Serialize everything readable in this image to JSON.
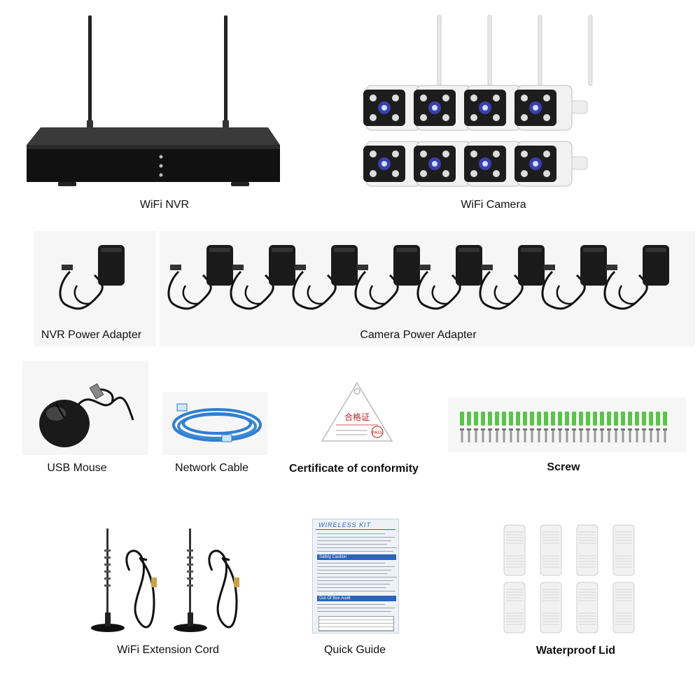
{
  "items": {
    "nvr": {
      "label": "WiFi NVR"
    },
    "camera": {
      "label": "WiFi Camera",
      "count": 8
    },
    "nvr_power": {
      "label": "NVR Power Adapter"
    },
    "camera_power": {
      "label": "Camera Power Adapter",
      "count": 8
    },
    "mouse": {
      "label": "USB Mouse"
    },
    "network_cable": {
      "label": "Network Cable"
    },
    "certificate": {
      "label": "Certificate of conformity",
      "tag_text": "合格证",
      "tag_pass": "PASS"
    },
    "screw": {
      "label": "Screw",
      "count": 30
    },
    "wifi_cord": {
      "label": "WiFi Extension Cord",
      "count": 2
    },
    "quick_guide": {
      "label": "Quick Guide",
      "title": "WIRELESS KIT",
      "section1": "Safety Caution",
      "section2": "Out Of Box Audit"
    },
    "waterproof_lid": {
      "label": "Waterproof Lid",
      "count": 8
    }
  },
  "colors": {
    "nvr_body": "#111111",
    "camera_body": "#f2f2f2",
    "cable": "#2f7fd0",
    "anchor": "#5bc24b",
    "guide_header": "#2a63b8",
    "panel": "#f6f6f6"
  }
}
